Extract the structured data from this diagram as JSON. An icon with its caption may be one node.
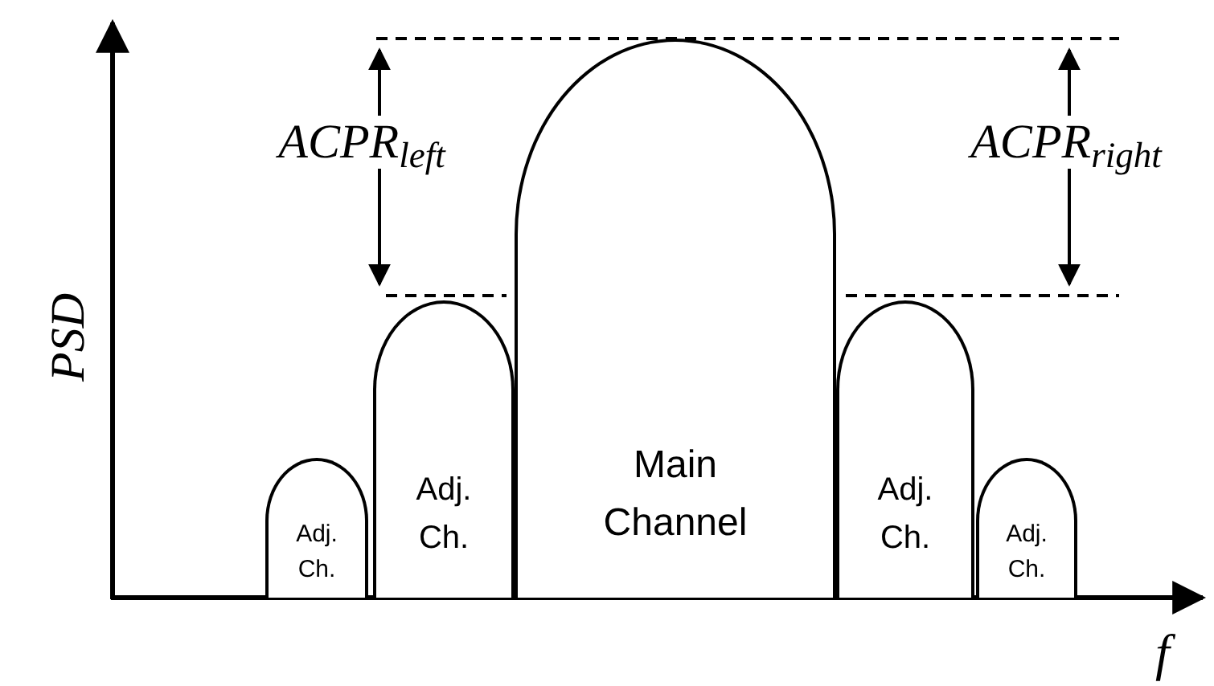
{
  "diagram": {
    "nodes": [
      {
        "text": [
          "Adj. Ch."
        ]
      },
      {
        "text": [
          "Adj. Ch."
        ]
      },
      {
        "text": [
          "Main Channel"
        ]
      },
      {
        "text": [
          "Adj. Ch."
        ]
      },
      {
        "text": [
          "Adj. Ch."
        ]
      }
    ],
    "labels": [
      "PSD",
      "ACPR$_{left}$",
      "ACPR$_{right}$",
      "f"
    ]
  }
}
